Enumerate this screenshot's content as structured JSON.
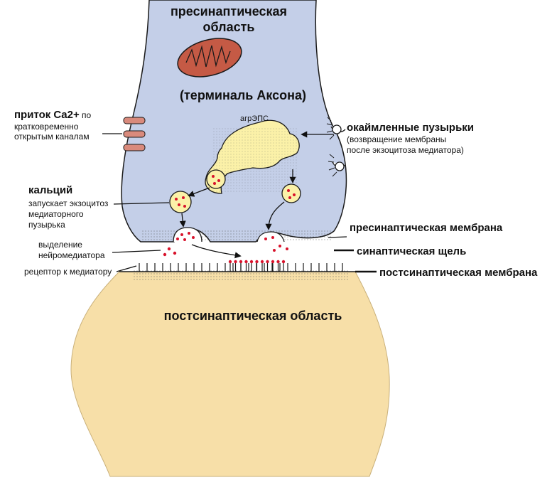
{
  "labels": {
    "presynaptic_region_line1": "пресинаптическая",
    "presynaptic_region_line2": "область",
    "axon_terminal": "(терминаль Аксона)",
    "ca_influx_bold": "приток Ca2+",
    "ca_influx_tail": " по",
    "ca_influx_line2": "кратковременно",
    "ca_influx_line3": "открытым каналам",
    "ser": "агрЭПС",
    "coated_vesicles": "окаймленные пузырьки",
    "coated_vesicles_note1": "(возвращение мембраны",
    "coated_vesicles_note2": "после экзоцитоза медиатора)",
    "calcium": "кальций",
    "calcium_note1": "запускает экзоцитоз",
    "calcium_note2": "медиаторного",
    "calcium_note3": "пузырька",
    "presynaptic_membrane": "пресинаптическая мембрана",
    "release_line1": "выделение",
    "release_line2": "нейромедиатора",
    "synaptic_cleft": "синаптическая щель",
    "receptor": "рецептор к медиатору",
    "postsynaptic_membrane": "постсинаптическая мембрана",
    "postsynaptic_region": "постсинаптическая область"
  },
  "colors": {
    "axon_fill": "#c4cfe8",
    "post_fill": "#f7dfa8",
    "ser_fill": "#fbf1a8",
    "mito_fill": "#c55a45",
    "mediator_dot": "#d8122b",
    "outline": "#1a1a1a"
  }
}
